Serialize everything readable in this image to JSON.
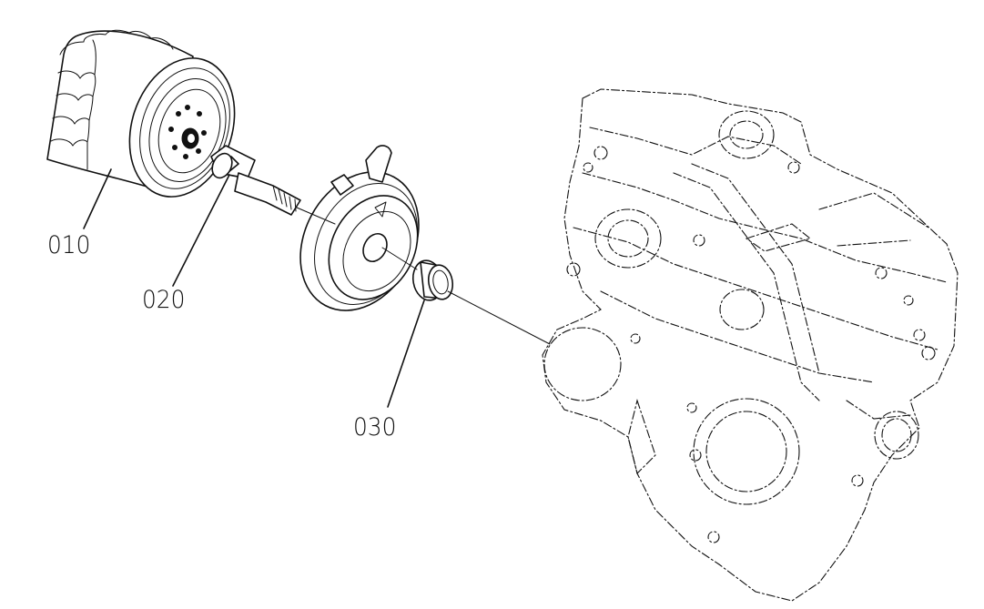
{
  "parts": [
    {
      "ref": "010"
    },
    {
      "ref": "020"
    },
    {
      "ref": "030"
    }
  ]
}
